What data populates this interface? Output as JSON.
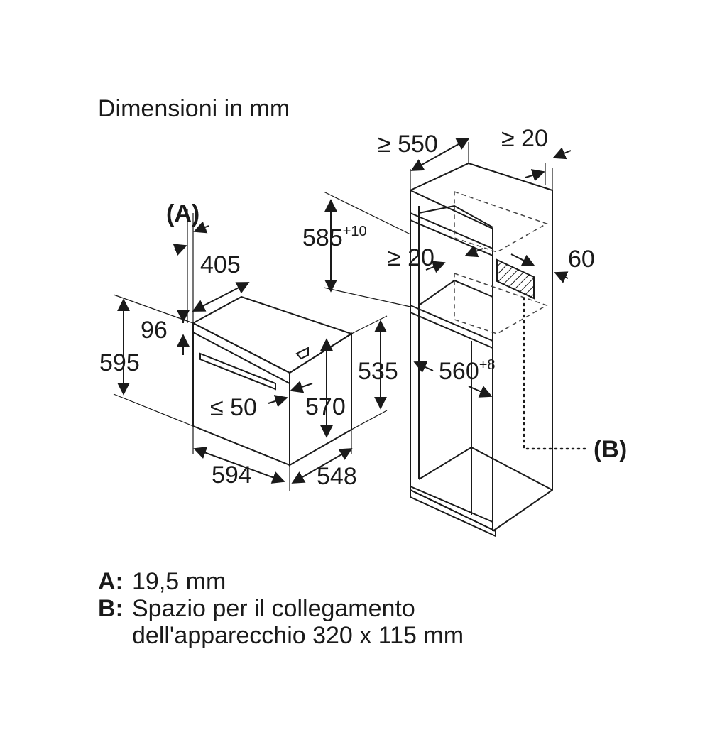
{
  "title": "Dimensioni in mm",
  "oven": {
    "label_a": "(A)",
    "depth_panel": "405",
    "top_gap": "96",
    "height_total": "595",
    "height_front": "570",
    "height_body": "535",
    "handle_projection": "≤ 50",
    "width": "594",
    "depth": "548"
  },
  "cabinet": {
    "depth_min": "≥ 550",
    "back_gap": "≥ 20",
    "niche_height": "585",
    "niche_height_tol": "+10",
    "shelf_gap": "≥ 20",
    "rear_gap": "60",
    "niche_width": "560",
    "niche_width_tol": "+8",
    "label_b": "(B)"
  },
  "legend": [
    {
      "key": "A:",
      "text": "19,5 mm"
    },
    {
      "key": "B:",
      "text": "Spazio per il collegamento"
    },
    {
      "key": "",
      "text": "dell'apparecchio 320 x 115 mm"
    }
  ]
}
